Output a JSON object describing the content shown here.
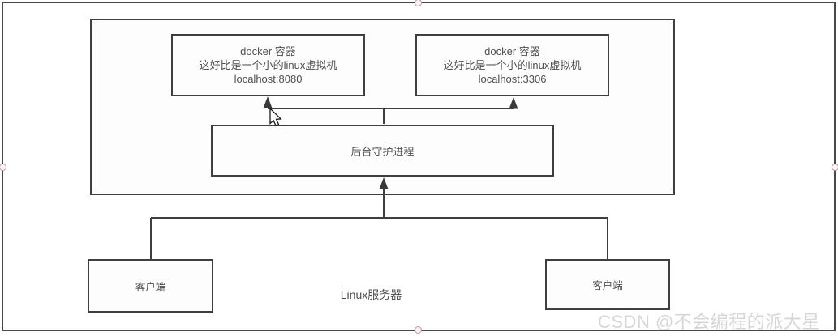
{
  "diagram": {
    "docker_containers": [
      {
        "title": "docker 容器",
        "description": "这好比是一个小的linux虚拟机",
        "address": "localhost:8080"
      },
      {
        "title": "docker 容器",
        "description": "这好比是一个小的linux虚拟机",
        "address": "localhost:3306"
      }
    ],
    "daemon": {
      "label": "后台守护进程"
    },
    "clients": [
      {
        "label": "客户端"
      },
      {
        "label": "客户端"
      }
    ],
    "server": {
      "label": "Linux服务器"
    }
  },
  "watermark": {
    "text": "CSDN @不会编程的派大星"
  },
  "colors": {
    "shape_border": "#3f3f3f",
    "shape_text": "#4f4f4f",
    "frame_border": "#474747",
    "watermark_text": "#d6d6d6",
    "handle_fill": "#fdf4f6",
    "handle_border": "#bb98a2"
  }
}
